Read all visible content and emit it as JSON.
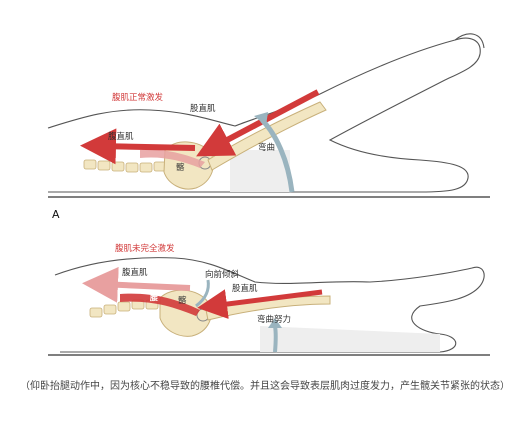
{
  "panel_a": {
    "letter": "A",
    "title": "腹肌正常激发",
    "labels": {
      "rectus_femoris": "股直肌",
      "rectus_abdominis": "腹直肌",
      "flexion": "弯曲",
      "psoas": "髂"
    }
  },
  "panel_b": {
    "title": "腹肌未完全激发",
    "labels": {
      "rectus_abdominis": "腹直肌",
      "anterior_tilt": "向前倾斜",
      "psoas_top": "腰",
      "iliacus": "髂",
      "rectus_femoris": "股直肌",
      "flexion_effort": "弯曲努力"
    }
  },
  "caption": "（仰卧抬腿动作中，因为核心不稳导致的腰椎代偿。并且这会导致表层肌肉过度发力，产生髋关节紧张的状态）",
  "colors": {
    "muscle_red": "#d23a3a",
    "muscle_pink": "#e8a0a0",
    "bone": "#f2e6c2",
    "bone_stroke": "#c8b07a",
    "skin_stroke": "#555555",
    "arrow_blue": "#9ab4bf"
  }
}
